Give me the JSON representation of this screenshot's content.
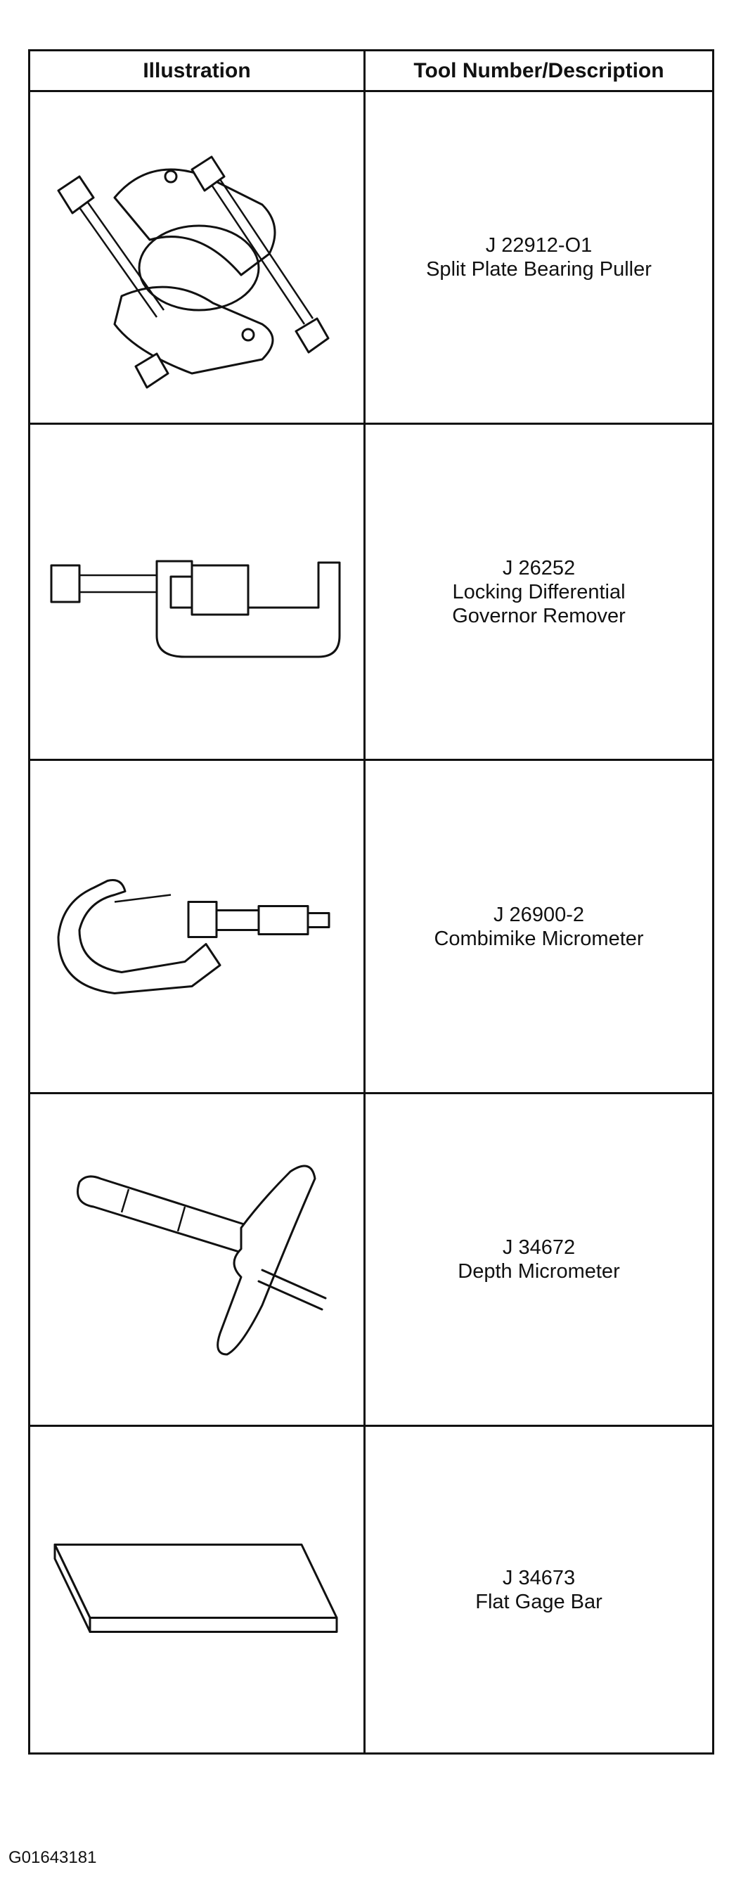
{
  "table": {
    "header": {
      "illustration": "Illustration",
      "description": "Tool Number/Description"
    },
    "rows": [
      {
        "number": "J 22912-O1",
        "description_lines": [
          "Split Plate Bearing Puller"
        ],
        "icon": "split-plate-bearing-puller-icon"
      },
      {
        "number": "J 26252",
        "description_lines": [
          "Locking Differential",
          "Governor Remover"
        ],
        "icon": "governor-remover-icon"
      },
      {
        "number": "J 26900-2",
        "description_lines": [
          "Combimike Micrometer"
        ],
        "icon": "micrometer-icon"
      },
      {
        "number": "J 34672",
        "description_lines": [
          "Depth Micrometer"
        ],
        "icon": "depth-micrometer-icon"
      },
      {
        "number": "J 34673",
        "description_lines": [
          "Flat Gage Bar"
        ],
        "icon": "flat-gage-bar-icon"
      }
    ]
  },
  "figure_id": "G01643181"
}
